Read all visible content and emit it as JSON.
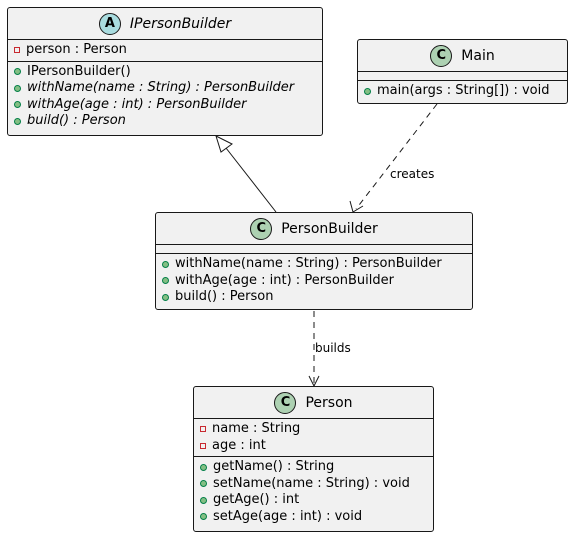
{
  "classes": {
    "ipersonbuilder": {
      "stereotype": "A",
      "name": "IPersonBuilder",
      "fields": [
        "person : Person"
      ],
      "methods": [
        "IPersonBuilder()",
        "withName(name : String) : PersonBuilder",
        "withAge(age : int) : PersonBuilder",
        "build() : Person"
      ]
    },
    "main": {
      "stereotype": "C",
      "name": "Main",
      "methods": [
        "main(args : String[]) : void"
      ]
    },
    "personbuilder": {
      "stereotype": "C",
      "name": "PersonBuilder",
      "methods": [
        "withName(name : String) : PersonBuilder",
        "withAge(age : int) : PersonBuilder",
        "build() : Person"
      ]
    },
    "person": {
      "stereotype": "C",
      "name": "Person",
      "fields": [
        "name : String",
        "age : int"
      ],
      "methods": [
        "getName() : String",
        "setName(name : String) : void",
        "getAge() : int",
        "setAge(age : int) : void"
      ]
    }
  },
  "relations": {
    "creates": "creates",
    "builds": "builds"
  },
  "colors": {
    "class_fill": "#f1f1f1",
    "border": "#181818",
    "class_circle": "#add1b2",
    "abstract_circle": "#a9dcdf",
    "private_marker": "#c82930",
    "public_marker": "#84be84"
  }
}
